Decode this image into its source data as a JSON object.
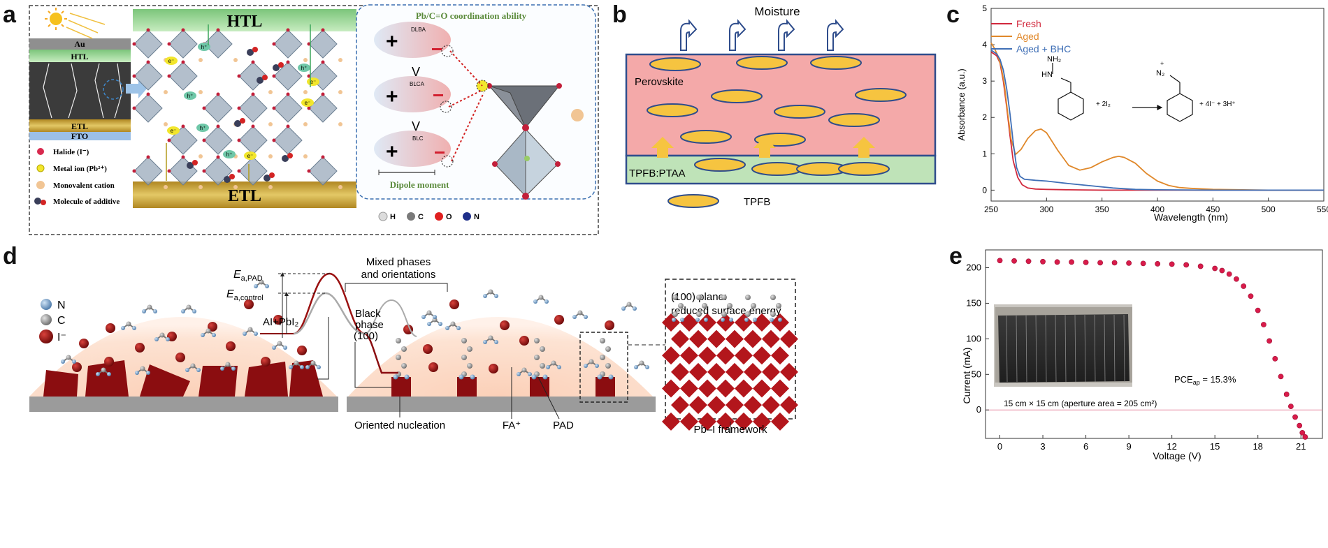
{
  "panel_labels": [
    "a",
    "b",
    "c",
    "d",
    "e"
  ],
  "panel_a": {
    "legend_au": "Au",
    "legend_htl": "HTL",
    "legend_etl": "ETL",
    "legend_fto": "FTO",
    "legend_items": [
      "Halide (I⁻)",
      "Metal ion (Pb²⁺)",
      "Monovalent cation",
      "Molecule of additive"
    ],
    "htl_bar": "HTL",
    "etl_bar": "ETL",
    "carrier_hole": "h⁺",
    "carrier_electron": "e⁻",
    "inset_title": "Pb/C=O coordination ability",
    "inset_molecules": [
      "DLBA",
      "BLCA",
      "BLC"
    ],
    "inset_less_than": "V",
    "inset_plus": "+",
    "inset_dipole": "Dipole moment",
    "atom_legend": [
      "H",
      "C",
      "O",
      "N"
    ]
  },
  "panel_b": {
    "moisture": "Moisture",
    "perovskite": "Perovskite",
    "tpfb_ptaa": "TPFB:PTAA",
    "tpfb_legend": "TPFB"
  },
  "panel_c": {
    "chart_data": {
      "type": "line",
      "xlabel": "Wavelength (nm)",
      "ylabel": "Absorbance (a.u.)",
      "xlim": [
        250,
        550
      ],
      "ylim": [
        -0.3,
        5
      ],
      "xticks": [
        250,
        300,
        350,
        400,
        450,
        500,
        550
      ],
      "yticks": [
        0,
        1,
        2,
        3,
        4,
        5
      ],
      "legend_position": "top-left",
      "series": [
        {
          "name": "Fresh",
          "color": "#d1283c",
          "x": [
            250,
            255,
            258,
            261,
            264,
            267,
            270,
            274,
            278,
            283,
            290,
            300,
            320,
            350,
            400,
            450,
            500,
            550
          ],
          "y": [
            3.8,
            3.7,
            3.5,
            3.0,
            2.3,
            1.5,
            0.8,
            0.35,
            0.15,
            0.06,
            0.03,
            0.02,
            0.01,
            0.0,
            0.0,
            0.0,
            0.0,
            0.0
          ]
        },
        {
          "name": "Aged",
          "color": "#e0882a",
          "x": [
            250,
            253,
            256,
            259,
            262,
            265,
            268,
            272,
            277,
            283,
            290,
            295,
            300,
            310,
            320,
            330,
            340,
            350,
            360,
            365,
            370,
            380,
            390,
            400,
            410,
            420,
            430,
            450,
            500,
            550
          ],
          "y": [
            4.05,
            3.9,
            3.7,
            3.4,
            2.9,
            2.1,
            1.4,
            0.98,
            1.12,
            1.42,
            1.64,
            1.68,
            1.58,
            1.1,
            0.68,
            0.55,
            0.62,
            0.78,
            0.9,
            0.93,
            0.9,
            0.74,
            0.46,
            0.25,
            0.13,
            0.07,
            0.05,
            0.02,
            0.0,
            0.0
          ]
        },
        {
          "name": "Aged + BHC",
          "color": "#3f6fb6",
          "x": [
            250,
            255,
            258,
            261,
            264,
            267,
            270,
            273,
            276,
            280,
            290,
            300,
            320,
            340,
            360,
            380,
            400,
            450,
            500,
            550
          ],
          "y": [
            3.85,
            3.75,
            3.6,
            3.3,
            2.8,
            2.1,
            1.3,
            0.62,
            0.38,
            0.3,
            0.27,
            0.25,
            0.18,
            0.12,
            0.06,
            0.02,
            0.01,
            0.0,
            0.0,
            0.0
          ]
        }
      ]
    },
    "reaction": {
      "reactant_nh2": "NH₂",
      "reactant_hn": "HN",
      "plus_2i2": "+   2I₂",
      "product_n2": "N₂",
      "product_plus": "+",
      "products_rest": "+   4I⁻   +   3H⁺"
    }
  },
  "panel_d": {
    "legend_items": [
      "N",
      "C",
      "I⁻"
    ],
    "ea_pad": "E",
    "ea_pad_sub": "a,PAD",
    "ea_control": "E",
    "ea_control_sub": "a,control",
    "reactants": "AI+PbI₂",
    "mixed_phases": "Mixed phases",
    "and_orientations": "and orientations",
    "black_phase": [
      "Black",
      "phase",
      "(100)"
    ],
    "plane_title_1": "(100) plane:",
    "plane_title_2": "reduced surface energy",
    "oriented_nucleation": "Oriented nucleation",
    "fa": "FA⁺",
    "pad": "PAD",
    "pbi_framework": "Pb–I framework"
  },
  "panel_e": {
    "chart_data": {
      "type": "scatter",
      "xlabel": "Voltage (V)",
      "ylabel": "Current (mA)",
      "xlim": [
        -1,
        22.5
      ],
      "ylim": [
        -40,
        225
      ],
      "xticks": [
        0,
        3,
        6,
        9,
        12,
        15,
        18,
        21
      ],
      "yticks": [
        0,
        50,
        100,
        150,
        200
      ],
      "series": [
        {
          "name": "",
          "color": "#d81b4a",
          "x": [
            0,
            1,
            2,
            3,
            4,
            5,
            6,
            7,
            8,
            9,
            10,
            11,
            12,
            13,
            14,
            15,
            15.5,
            16,
            16.5,
            17,
            17.5,
            18,
            18.4,
            18.8,
            19.2,
            19.6,
            20.0,
            20.3,
            20.6,
            20.9,
            21.1,
            21.3
          ],
          "y": [
            210,
            209.5,
            209,
            208.5,
            208,
            208,
            207.5,
            207,
            207,
            206.5,
            206,
            205.5,
            205,
            204,
            202,
            199,
            196,
            191,
            184,
            174,
            160,
            140,
            120,
            97,
            72,
            47,
            22,
            5,
            -10,
            -22,
            -32,
            -38
          ]
        }
      ]
    },
    "pce_label": "PCE",
    "pce_sub": "ap",
    "pce_value": " = 15.3%",
    "size_label": "15 cm × 15 cm (aperture area = 205 cm²)"
  },
  "colors": {
    "perovskite_pink": "#f4a9a9",
    "ptaa_green": "#bfe3b8",
    "tpfb_yellow": "#f6c440",
    "pad_red": "#8b0d10",
    "htl_green": "#a8d89a",
    "etl_gold": "#caa136"
  }
}
